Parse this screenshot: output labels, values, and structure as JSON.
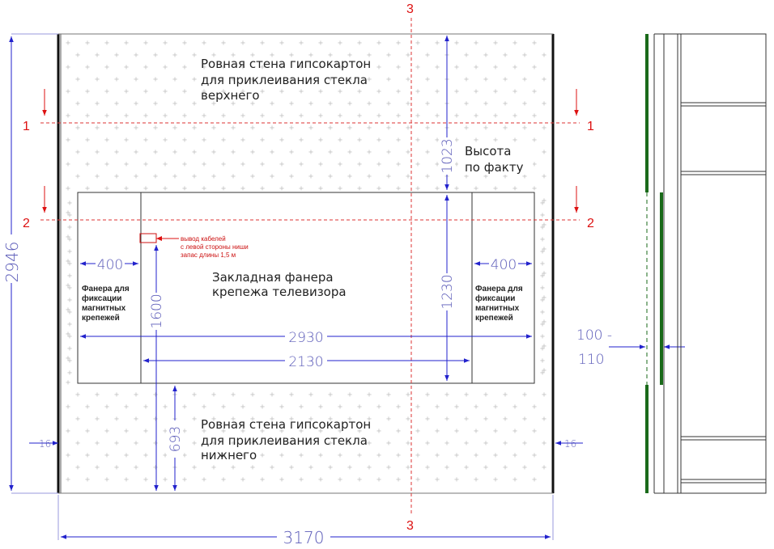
{
  "labels": {
    "top_wall": [
      "Ровная стена гипсокартон",
      "для приклеивания стекла",
      "верхнего"
    ],
    "bottom_wall": [
      "Ровная стена гипсокартон",
      "для приклеивания стекла",
      "нижнего"
    ],
    "tv_plywood": [
      "Закладная фанера",
      "крепежа телевизора"
    ],
    "height_note": [
      "Высота",
      "по факту"
    ],
    "left_plywood": [
      "Фанера для",
      "фиксации",
      "магнитных",
      "крепежей"
    ],
    "right_plywood": [
      "Фанера для",
      "фиксации",
      "магнитных",
      "крепежей"
    ],
    "cable_note": [
      "вывод кабелей",
      "с левой стороны ниши",
      "запас длины 1,5 м"
    ]
  },
  "dimensions": {
    "total_height": "2946",
    "total_width": "3170",
    "niche_width": "2930",
    "inner_width": "2130",
    "left_panel": "400",
    "right_panel": "400",
    "niche_height": "1230",
    "top_gap": "1023",
    "bottom_offset": "693",
    "cable_height": "1600",
    "left_edge": "16",
    "right_edge": "16",
    "depth_line1": "100 -",
    "depth_line2": "110"
  },
  "sections": {
    "s1": "1",
    "s2": "2",
    "s3": "3"
  },
  "colors": {
    "wall_line": "#222222",
    "dimension": "#2222cc",
    "dimension_text": "#5a5ab8",
    "section": "#dd1111",
    "glass_green": "#1a6a1a",
    "plus_pattern": "#c4c4c4"
  }
}
